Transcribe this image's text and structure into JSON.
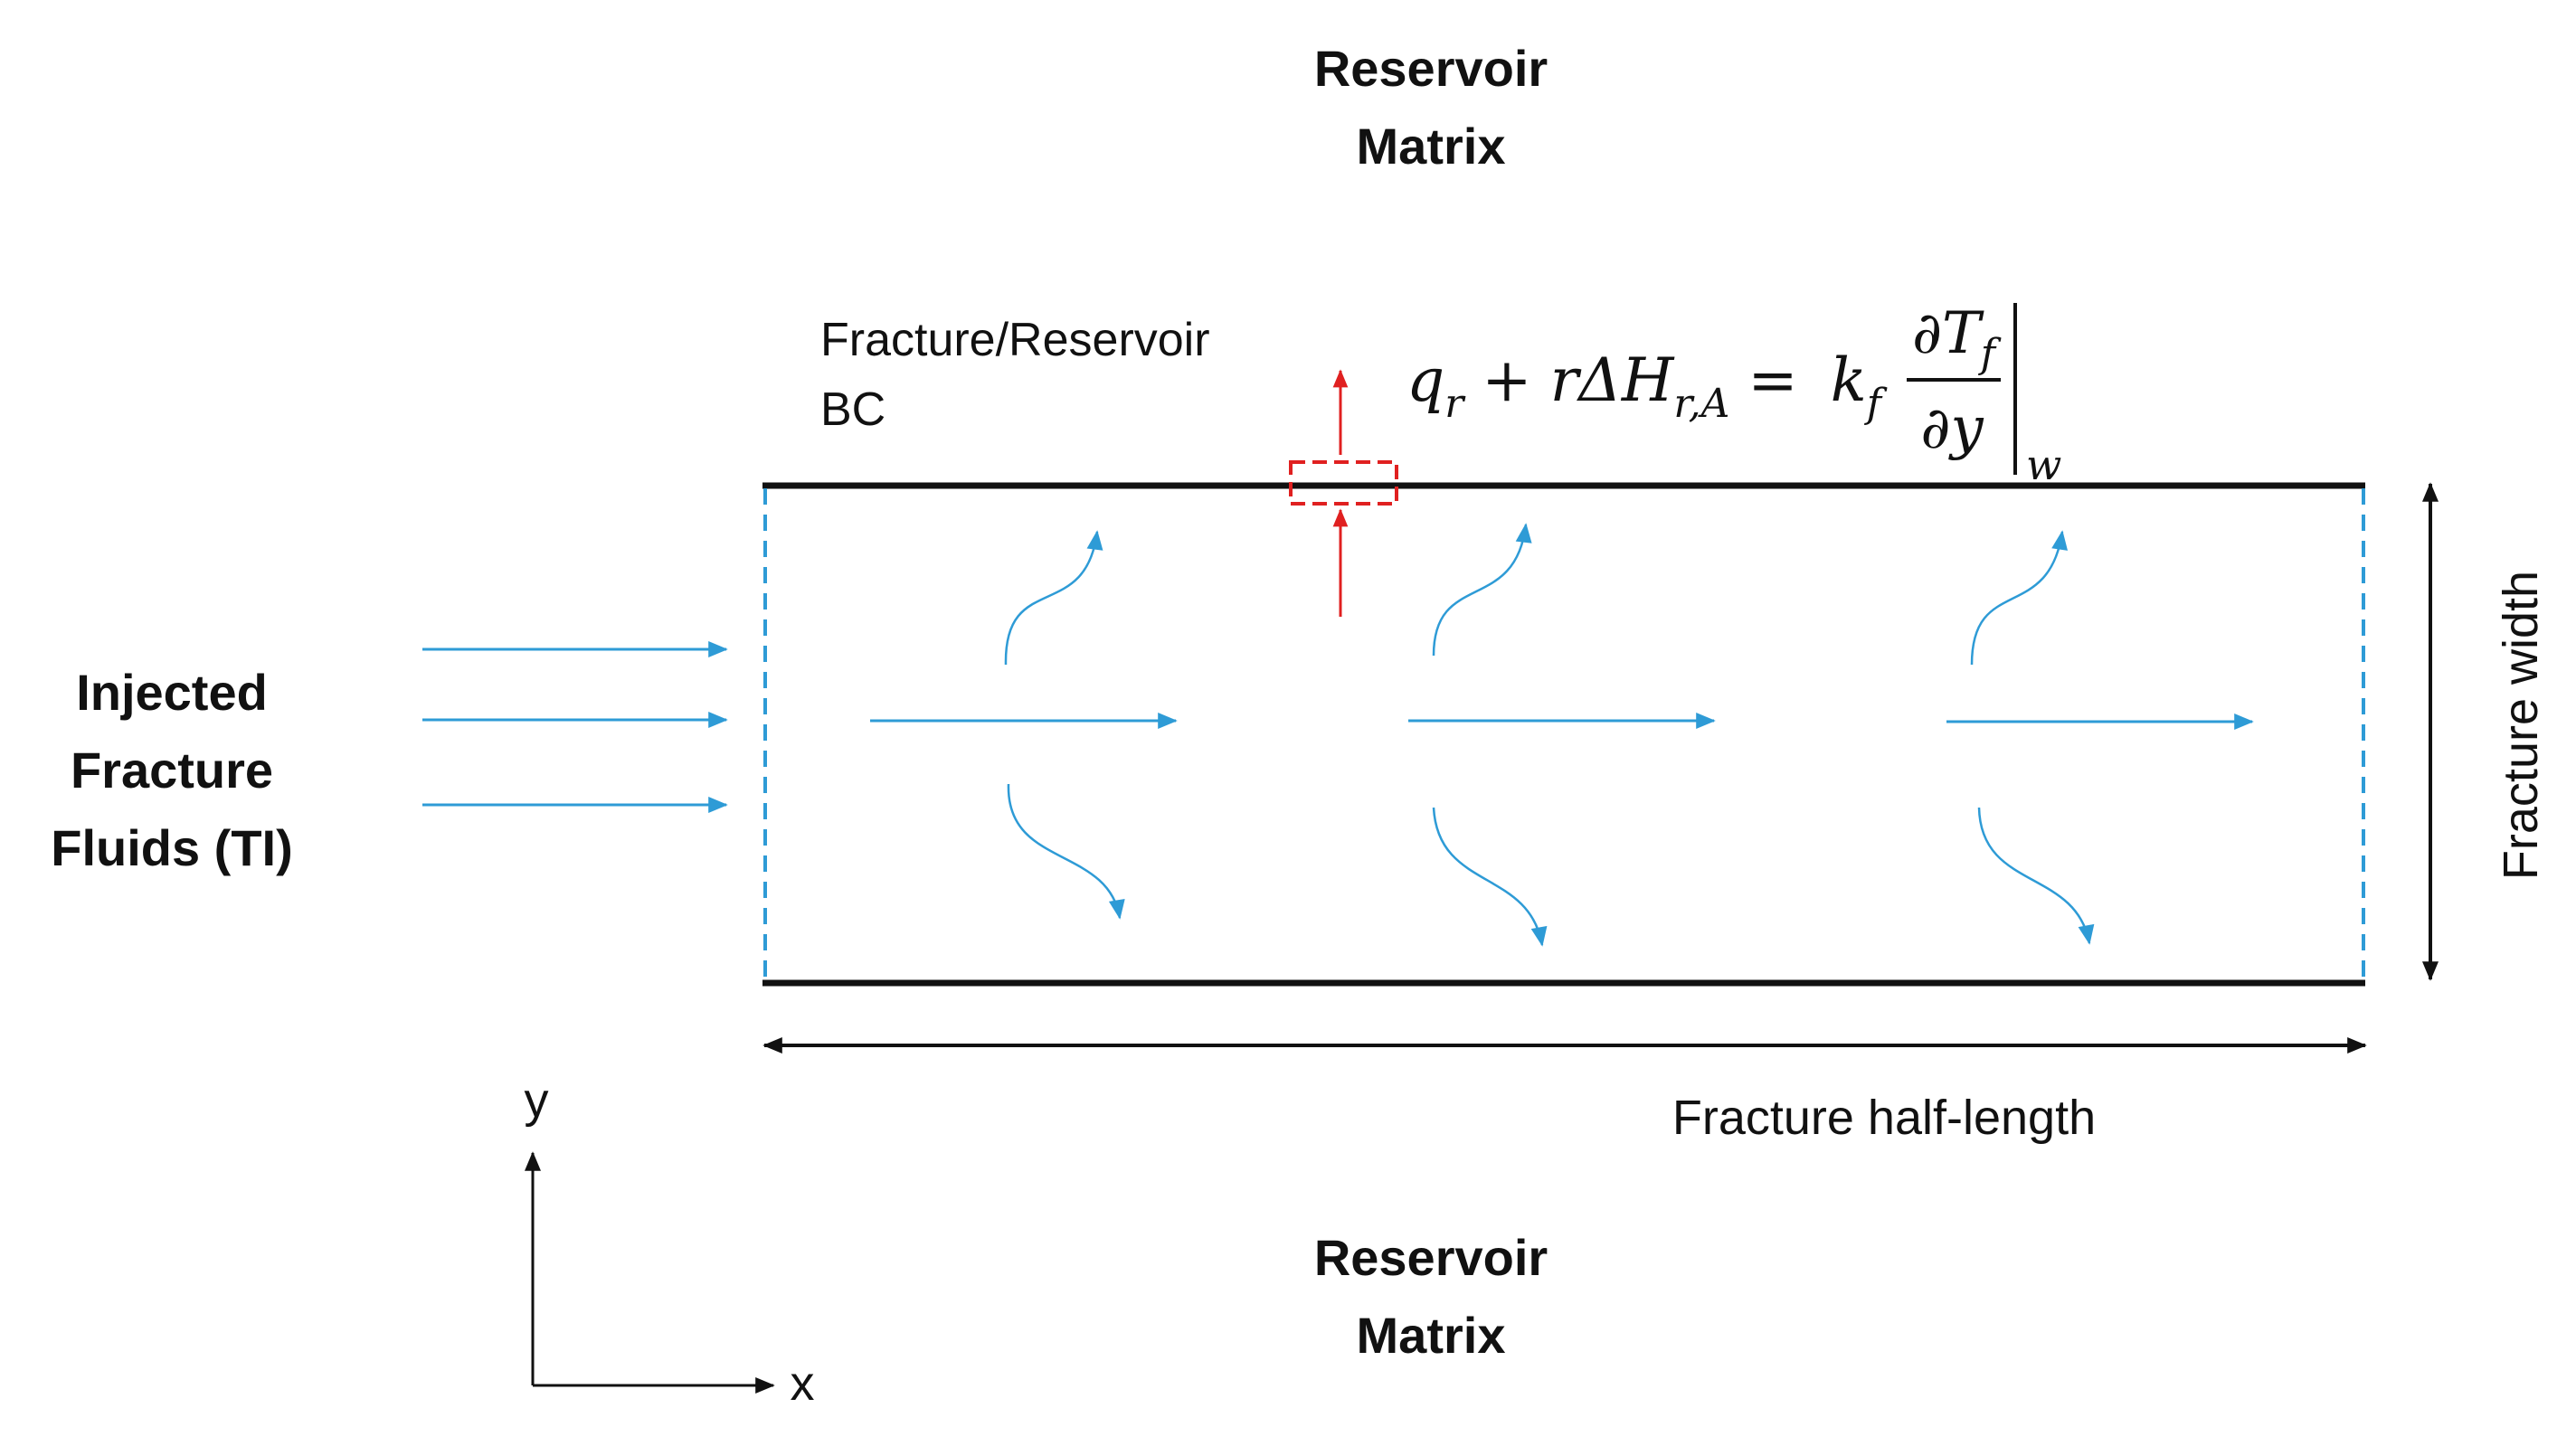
{
  "labels": {
    "top_reservoir_line1": "Reservoir",
    "top_reservoir_line2": "Matrix",
    "bottom_reservoir_line1": "Reservoir",
    "bottom_reservoir_line2": "Matrix",
    "bc_line1": "Fracture/Reservoir",
    "bc_line2": "BC",
    "injected_line1": "Injected",
    "injected_line2": "Fracture",
    "injected_line3": "Fluids (TI)",
    "fracture_width": "Fracture width",
    "fracture_half_length": "Fracture half-length",
    "axis_y": "y",
    "axis_x": "x"
  },
  "equation": {
    "q": "q",
    "q_sub": "r",
    "plus": "+",
    "r": "r",
    "delta_h": "ΔH",
    "h_sub": "r,A",
    "equals": "=",
    "k": "k",
    "k_sub": "f",
    "numerator_partial": "∂",
    "numerator_var": "T",
    "numerator_sub": "f",
    "denominator_partial": "∂",
    "denominator_var": "y",
    "eval_sub": "w"
  },
  "colors": {
    "flow_arrow": "#2e9bd6",
    "heat_flux_arrow": "#e02020",
    "fracture_wall": "#111111",
    "boundary_dash": "#2e9bd6",
    "dimension_arrow": "#111111"
  }
}
